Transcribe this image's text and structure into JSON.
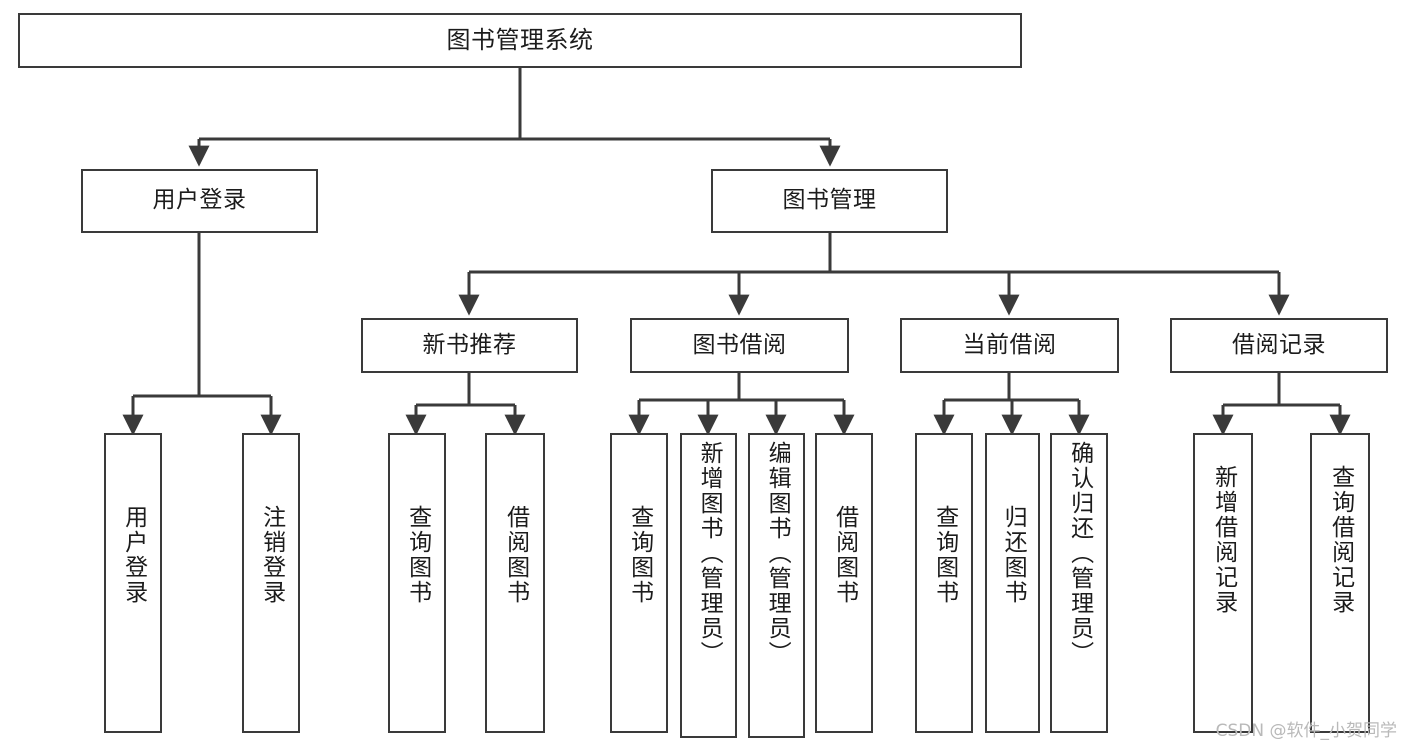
{
  "diagram": {
    "type": "tree",
    "title": "图书管理系统",
    "orientation": "top-down",
    "colors": {
      "box_border": "#3a3a3a",
      "box_fill": "#ffffff",
      "connector": "#3a3a3a",
      "text": "#1c1c1c",
      "watermark": "#b9b9b9"
    },
    "nodes": {
      "root": {
        "label": "图书管理系统"
      },
      "level2": [
        {
          "id": "user-login",
          "label": "用户登录"
        },
        {
          "id": "book-manage",
          "label": "图书管理"
        }
      ],
      "level3": [
        {
          "id": "new-book-recommend",
          "label": "新书推荐"
        },
        {
          "id": "book-borrow",
          "label": "图书借阅"
        },
        {
          "id": "current-borrow",
          "label": "当前借阅"
        },
        {
          "id": "borrow-record",
          "label": "借阅记录"
        }
      ],
      "leaves": {
        "user_login": [
          {
            "id": "leaf-user-login",
            "label": "用户登录"
          },
          {
            "id": "leaf-user-logout",
            "label": "注销登录"
          }
        ],
        "new_book_recommend": [
          {
            "id": "leaf-query-book-1",
            "label": "查询图书"
          },
          {
            "id": "leaf-borrow-book-1",
            "label": "借阅图书"
          }
        ],
        "book_borrow": [
          {
            "id": "leaf-query-book-2",
            "label": "查询图书"
          },
          {
            "id": "leaf-add-book",
            "label": "新增图书（管理员）"
          },
          {
            "id": "leaf-edit-book",
            "label": "编辑图书（管理员）"
          },
          {
            "id": "leaf-borrow-book-2",
            "label": "借阅图书"
          }
        ],
        "current_borrow": [
          {
            "id": "leaf-query-book-3",
            "label": "查询图书"
          },
          {
            "id": "leaf-return-book",
            "label": "归还图书"
          },
          {
            "id": "leaf-confirm-return",
            "label": "确认归还（管理员）"
          }
        ],
        "borrow_record": [
          {
            "id": "leaf-add-record",
            "label": "新增借阅记录"
          },
          {
            "id": "leaf-query-record",
            "label": "查询借阅记录"
          }
        ]
      }
    },
    "watermark": "CSDN @软件_小贺同学"
  }
}
